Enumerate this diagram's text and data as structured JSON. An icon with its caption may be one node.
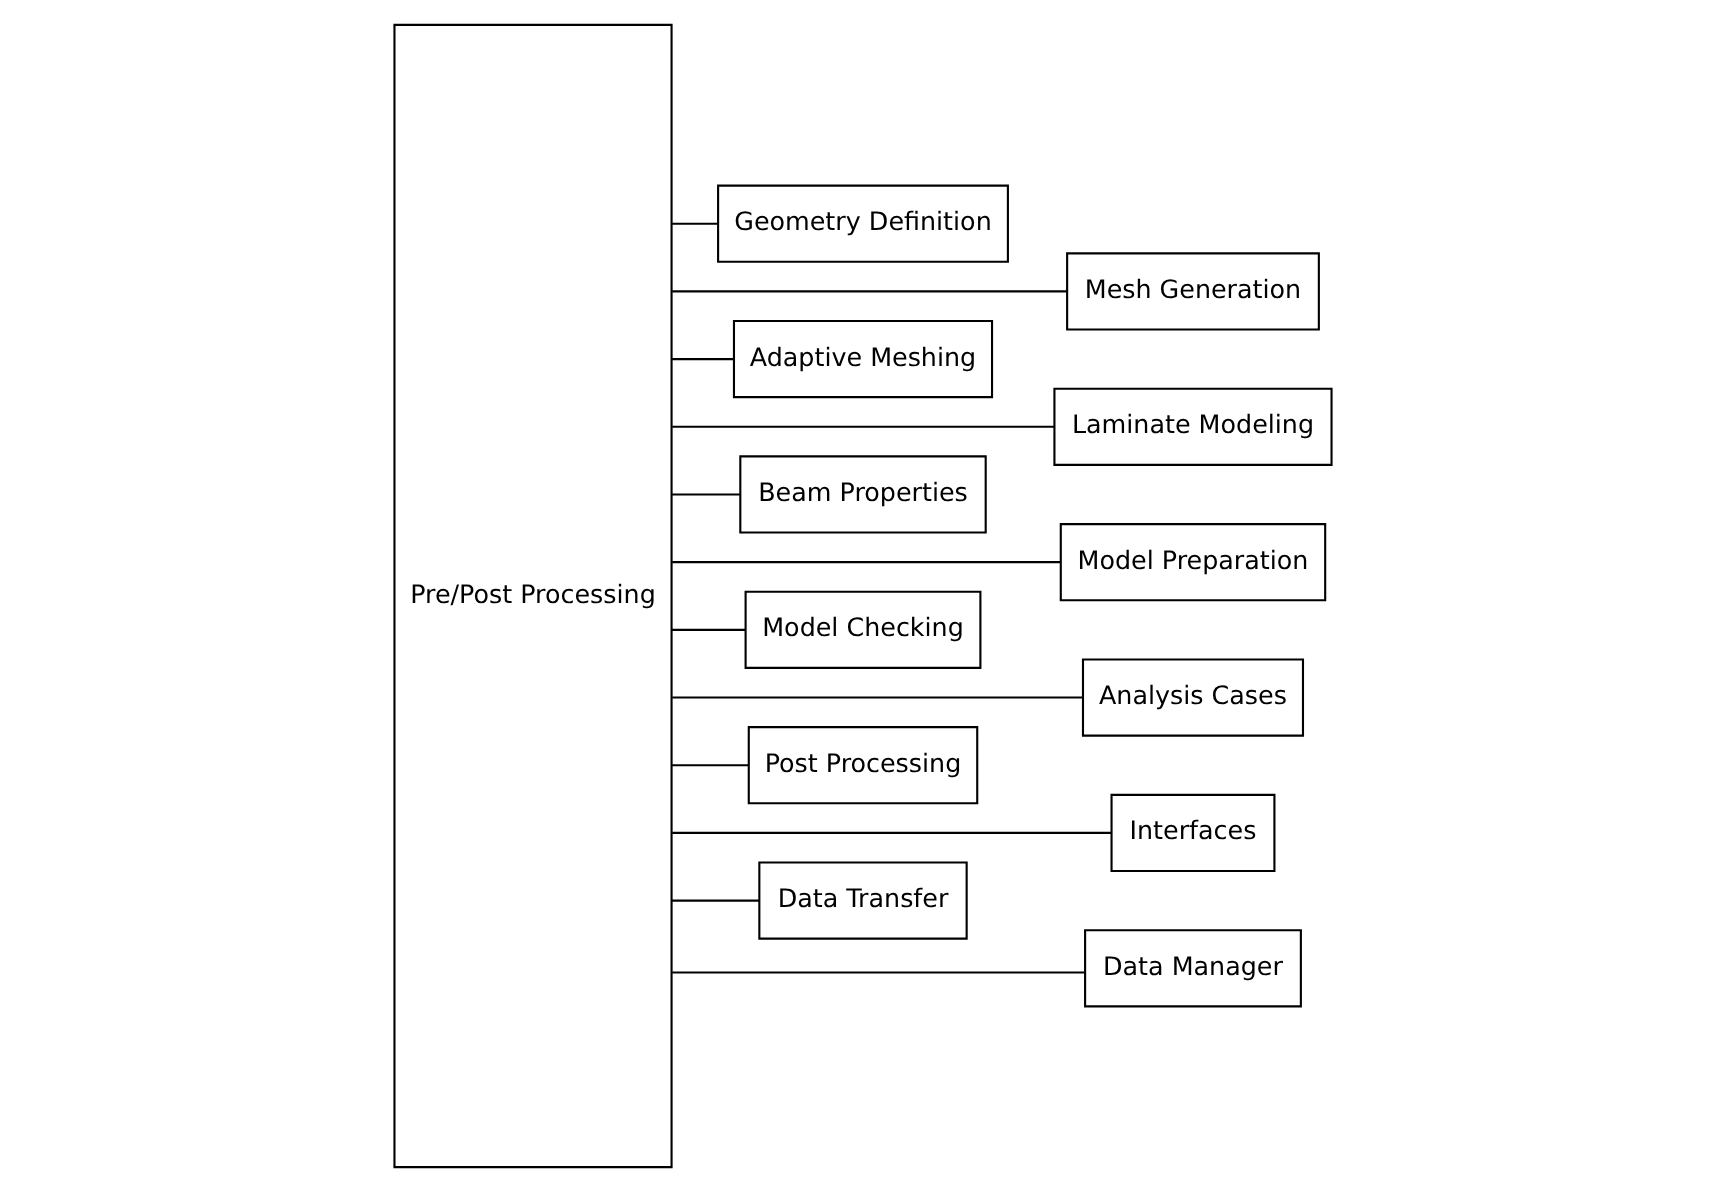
{
  "diagram": {
    "nodes": [
      {
        "text": [
          "Pre/Post Processing"
        ]
      },
      {
        "text": [
          "Geometry Definition"
        ]
      },
      {
        "text": [
          "Mesh Generation"
        ]
      },
      {
        "text": [
          "Adaptive Meshing"
        ]
      },
      {
        "text": [
          "Laminate Modeling"
        ]
      },
      {
        "text": [
          "Beam Properties"
        ]
      },
      {
        "text": [
          "Model Preparation"
        ]
      },
      {
        "text": [
          "Model Checking"
        ]
      },
      {
        "text": [
          "Analysis Cases"
        ]
      },
      {
        "text": [
          "Post Processing"
        ]
      },
      {
        "text": [
          "Interfaces"
        ]
      },
      {
        "text": [
          "Data Transfer"
        ]
      },
      {
        "text": [
          "Data Manager"
        ]
      }
    ],
    "edges": [
      {
        "from": 0,
        "to": 1,
        "arrow": "none"
      },
      {
        "from": 0,
        "to": 2,
        "arrow": "none"
      },
      {
        "from": 0,
        "to": 3,
        "arrow": "none"
      },
      {
        "from": 0,
        "to": 4,
        "arrow": "none"
      },
      {
        "from": 0,
        "to": 5,
        "arrow": "none"
      },
      {
        "from": 0,
        "to": 6,
        "arrow": "none"
      },
      {
        "from": 0,
        "to": 7,
        "arrow": "none"
      },
      {
        "from": 0,
        "to": 8,
        "arrow": "none"
      },
      {
        "from": 0,
        "to": 9,
        "arrow": "none"
      },
      {
        "from": 0,
        "to": 10,
        "arrow": "none"
      },
      {
        "from": 0,
        "to": 11,
        "arrow": "none"
      },
      {
        "from": 0,
        "to": 12,
        "arrow": "none"
      }
    ]
  }
}
